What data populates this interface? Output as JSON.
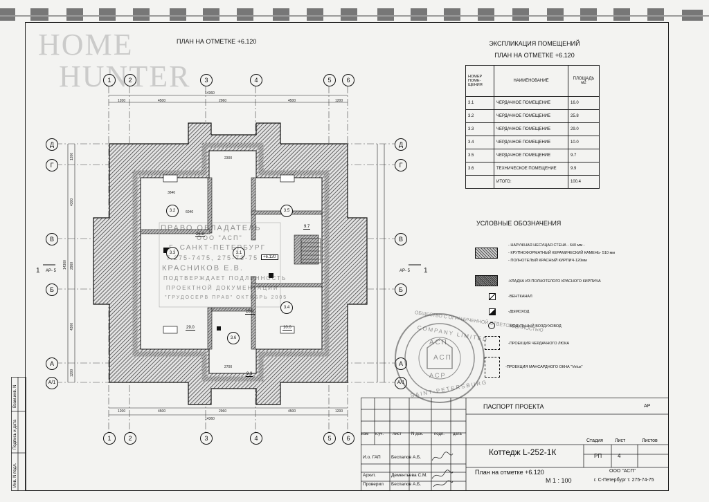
{
  "watermark": {
    "line1": "HOME",
    "line2": "HUNTER"
  },
  "plan": {
    "title": "ПЛАН НА ОТМЕТКЕ +6.120",
    "axes_numeric": [
      "1",
      "2",
      "3",
      "4",
      "5",
      "6"
    ],
    "axes_letters_left": [
      "Д",
      "Г",
      "В",
      "Б",
      "А",
      "А/1"
    ],
    "axes_letters_right": [
      "Д",
      "Г",
      "В",
      "Б",
      "А",
      "А/1"
    ],
    "section_mark_left": "1",
    "section_code_left": "АР- 5",
    "section_mark_right": "1",
    "section_code_right": "АР- 5",
    "dims_top_total": "14360",
    "dims_top": [
      "1200",
      "4500",
      "2960",
      "4500",
      "1200"
    ],
    "dims_bottom": [
      "1200",
      "4500",
      "2960",
      "4500",
      "1200"
    ],
    "dims_bottom_total": "14360",
    "dims_left": [
      "1200",
      "4300",
      "2960",
      "4300",
      "1200"
    ],
    "dims_left_total": "14360",
    "room_labels": [
      "3.2",
      "3.5",
      "3.3",
      "3.1",
      "3.4",
      "3.6"
    ],
    "area_labels": [
      "25.8",
      "9.7",
      "29.0",
      "16.0",
      "10.0",
      "9.9"
    ],
    "elevation_mark": "+6.120",
    "inner_dims": [
      "2300",
      "3840",
      "6040",
      "3460",
      "2700"
    ]
  },
  "stamp": {
    "lines": [
      "ПРАВО ОБЛАДАТЕЛЬ",
      "ООО \"АСП\"",
      "Г. САНКТ-ПЕТЕРБУРГ",
      "Т.275-7475, 275-73-75",
      "КРАСНИКОВ Е.В.",
      "ПОДТВЕРЖДАЕТ ПОДЛИННОСТЬ",
      "ПРОЕКТНОЙ ДОКУМЕНТАЦИИ",
      "\"ГРУДОСЕРВ ПРАВ\" ОКТЯБРЬ 2005"
    ],
    "round_outer": "ОБЩЕСТВО С ОГРАНИЧЕННОЙ ОТВЕТСТВЕННОСТЬЮ",
    "round_company": "COMPANY LIMITED",
    "round_center": "АСП",
    "round_bottom": "SAINT-PETERSBURG",
    "round_center2": "ACP"
  },
  "explication": {
    "title1": "ЭКСПЛИКАЦИЯ ПОМЕЩЕНИЙ",
    "title2": "ПЛАН НА ОТМЕТКЕ +6.120",
    "head_num": "НОМЕР ПОМЕ-ЩЕНИЯ",
    "head_name": "НАИМЕНОВАНИЕ",
    "head_area": "ПЛОЩАДЬ м2",
    "rows": [
      {
        "num": "3.1",
        "name": "ЧЕРДАЧНОЕ ПОМЕЩЕНИЕ",
        "area": "16.0"
      },
      {
        "num": "3.2",
        "name": "ЧЕРДАЧНОЕ ПОМЕЩЕНИЕ",
        "area": "25.8"
      },
      {
        "num": "3.3",
        "name": "ЧЕРДАЧНОЕ ПОМЕЩЕНИЕ",
        "area": "29.0"
      },
      {
        "num": "3.4",
        "name": "ЧЕРДАЧНОЕ ПОМЕЩЕНИЕ",
        "area": "10.0"
      },
      {
        "num": "3.5",
        "name": "ЧЕРДАЧНОЕ ПОМЕЩЕНИЕ",
        "area": "9.7"
      },
      {
        "num": "3.6",
        "name": "ТЕХНИЧЕСКОЕ ПОМЕЩЕНИЕ",
        "area": "9.9"
      }
    ],
    "total_label": "ИТОГО:",
    "total_value": "100.4"
  },
  "legend": {
    "title": "УСЛОВНЫЕ ОБОЗНАЧЕНИЯ",
    "wall_lines": [
      "- НАРУЖНАЯ НЕСУЩАЯ СТЕНА - 640 мм -",
      "- КРУПНОФОРМАТНЫЙ КЕРАМИЧЕСКИЙ КАМЕНЬ- 510 мм",
      "- ПОЛНОТЕЛЫЙ КРАСНЫЙ КИРПИЧ-120мм"
    ],
    "items": [
      "-КЛАДКА ИЗ ПОЛНОТЕЛОГО КРАСНОГО КИРПИЧА",
      "-ВЕНТКАНАЛ",
      "-ДЫМОХОД",
      "-МОДУЛЬНЫЙ ВОЗДУХОВОД",
      "-ПРОЕКЦИЯ ЧЕРДАЧНОГО ЛЮКА",
      "-ПРОЕКЦИЯ МАНСАРДНОГО ОКНА \"Velux\""
    ]
  },
  "titleblock": {
    "passport": "ПАСПОРТ ПРОЕКТА",
    "code": "АР",
    "col_heads": [
      "изм",
      "к.уч.",
      "лист",
      "N док.",
      "подп.",
      "дата"
    ],
    "project_name": "Коттедж L-252-1К",
    "stage_head": "Стадия",
    "sheet_head": "Лист",
    "sheets_head": "Листов",
    "stage": "РП",
    "sheet": "4",
    "sheets": "",
    "roles": [
      {
        "role": "И.о. ГАП",
        "name": "Беспалов А.Б."
      },
      {
        "role": "Архит.",
        "name": "Дементьева С.М."
      },
      {
        "role": "Проверил",
        "name": "Беспалов А.Б."
      }
    ],
    "drawing_name": "План на отметке +6.120",
    "scale": "М 1 : 100",
    "org1": "ООО \"АСП\"",
    "org2": "г. С-Петербург т. 275-74-75"
  },
  "side_labels": [
    "Взам.инв. N",
    "Подпись и дата",
    "Инв. N подл."
  ]
}
